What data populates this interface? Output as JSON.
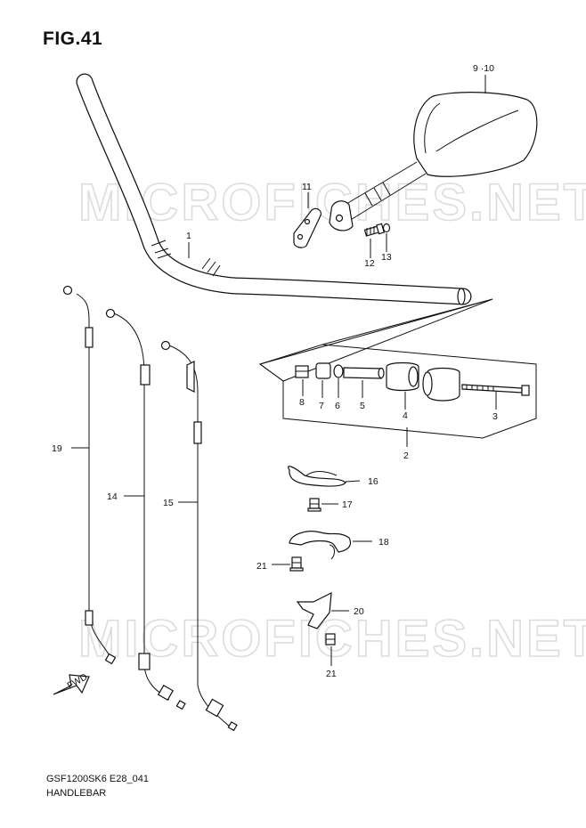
{
  "header": {
    "figure": "FIG.41"
  },
  "footer": {
    "model_code": "GSF1200SK6 E28_041",
    "caption": "HANDLEBAR"
  },
  "watermark": "MICROFICHES.NET",
  "fwd_arrow": "FWD",
  "callouts": {
    "c1": "1",
    "c2": "2",
    "c3": "3",
    "c4": "4",
    "c5": "5",
    "c6": "6",
    "c7": "7",
    "c8": "8",
    "c910": "9 ·10",
    "c11": "11",
    "c12": "12",
    "c13": "13",
    "c14": "14",
    "c15": "15",
    "c16": "16",
    "c17": "17",
    "c18": "18",
    "c19": "19",
    "c20": "20",
    "c21a": "21",
    "c21b": "21"
  }
}
